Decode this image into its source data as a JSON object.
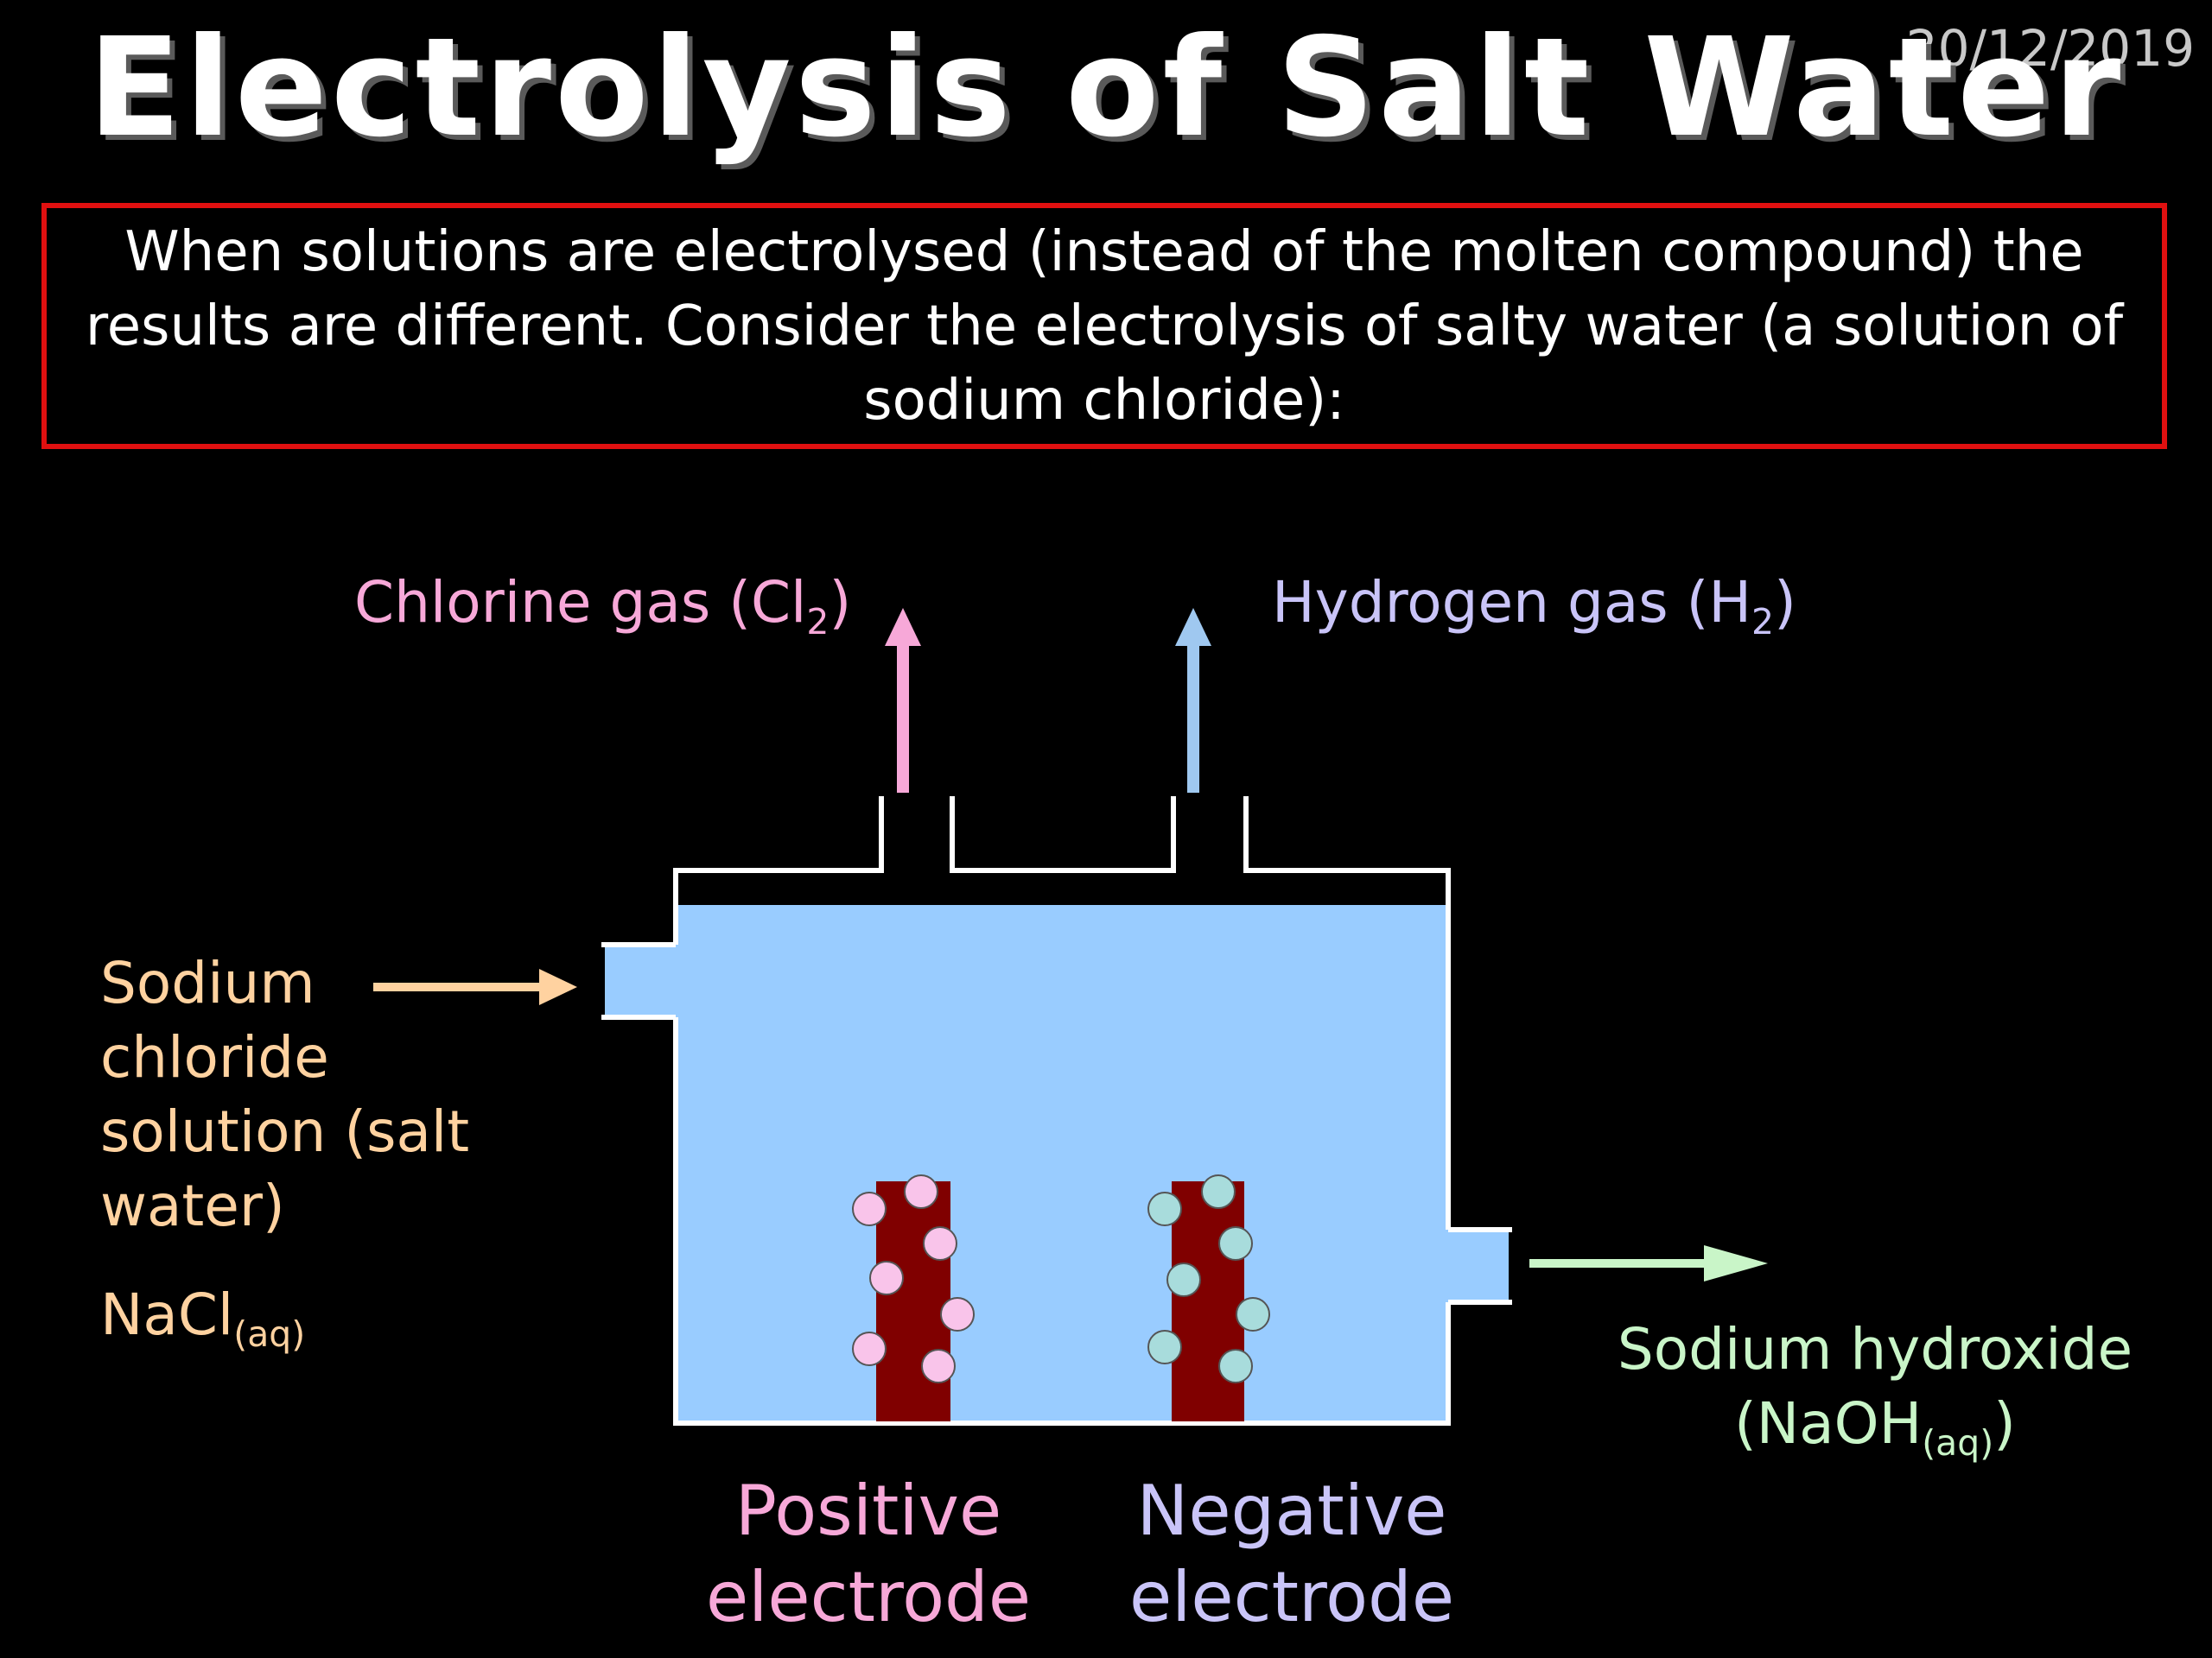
{
  "date": "20/12/2019",
  "title": "Electrolysis of Salt Water",
  "intro": "When solutions are electrolysed (instead of the molten compound) the results are different.  Consider the electrolysis of salty water (a solution of sodium chloride):",
  "chlorine": {
    "text": "Chlorine gas (Cl",
    "sub": "2",
    "close": ")"
  },
  "hydrogen": {
    "text": "Hydrogen gas (H",
    "sub": "2",
    "close": ")"
  },
  "inlet": {
    "lines": [
      "Sodium",
      "chloride",
      "solution (salt",
      "water)"
    ],
    "formula": "NaCl",
    "formula_sub": "(aq)"
  },
  "outlet": {
    "line1": "Sodium hydroxide",
    "open": "(NaOH",
    "sub": "(aq)",
    "close": ")"
  },
  "positive": [
    "Positive",
    "electrode"
  ],
  "negative": [
    "Negative",
    "electrode"
  ],
  "colors": {
    "solution": "#99ccff",
    "electrode": "#800000",
    "chlorine": "#f7a8d8",
    "hydrogen": "#9fc8f0",
    "inlet_arrow": "#ffd2a0",
    "outlet_arrow": "#c9f5c8",
    "box_border": "#e01010"
  }
}
